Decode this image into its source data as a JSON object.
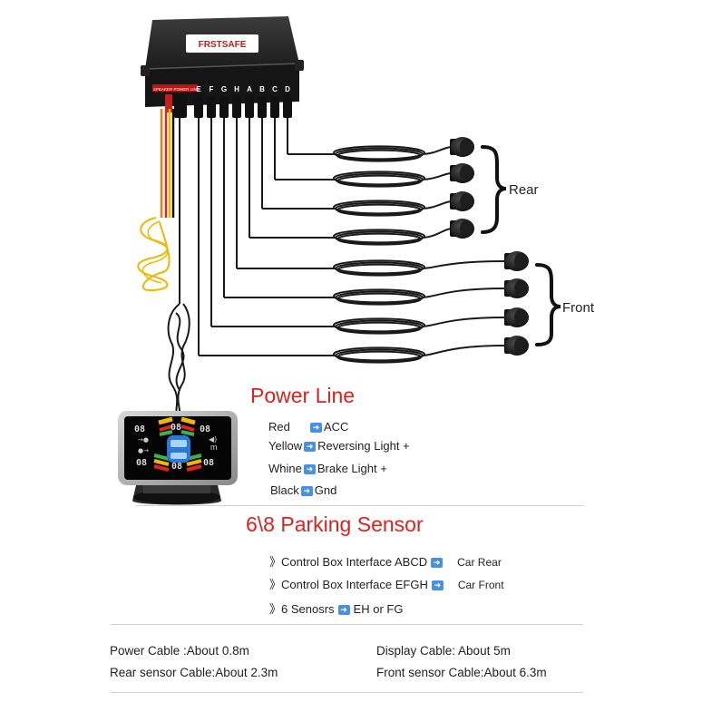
{
  "control_box": {
    "brand": "FRSTSAFE",
    "connector_label": "SPEAKER  POWER LINE",
    "ports": [
      "E",
      "F",
      "G",
      "H",
      "A",
      "B",
      "C",
      "D"
    ]
  },
  "groups": {
    "rear_label": "Rear",
    "front_label": "Front"
  },
  "power_line": {
    "title": "Power Line",
    "rows": [
      {
        "color": "Red",
        "target": "ACC"
      },
      {
        "color": "Yellow",
        "target": "Reversing Light +"
      },
      {
        "color": "Whine",
        "target": "Brake Light +"
      },
      {
        "color": "Black",
        "target": "Gnd"
      }
    ]
  },
  "display": {
    "digits": [
      "08",
      "08",
      "08",
      "08",
      "08",
      "08"
    ],
    "m_label": "m"
  },
  "parking": {
    "title": "6\\8 Parking Sensor",
    "rows": [
      {
        "text": "》Control Box Interface ABCD",
        "target": "Car Rear"
      },
      {
        "text": "》Control Box Interface EFGH",
        "target": "Car Front"
      },
      {
        "text": "》6 Senosrs",
        "target": "EH or FG"
      }
    ]
  },
  "specs": {
    "power_cable": "Power Cable :About 0.8m",
    "display_cable": "Display Cable: About 5m",
    "rear_sensor_cable": "Rear sensor Cable:About 2.3m",
    "front_sensor_cable": "Front sensor Cable:About 6.3m"
  },
  "colors": {
    "accent_red": "#d8231f",
    "arrow_blue": "#4a90e2",
    "cable_black": "#1a1a1a",
    "wire_red": "#e0261d",
    "wire_yellow": "#f2b500",
    "wire_orange": "#f07a10"
  }
}
